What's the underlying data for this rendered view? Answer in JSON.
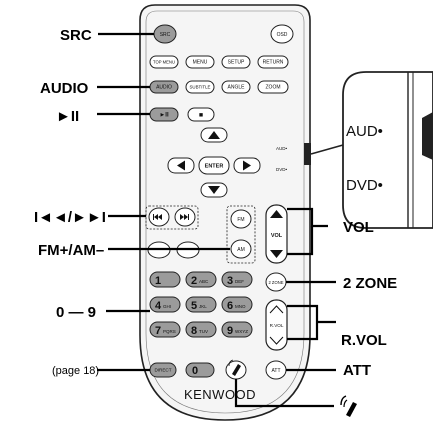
{
  "callouts": {
    "src": "SRC",
    "audio": "AUDIO",
    "play_pause": "►II",
    "track": "I◄◄/►►I",
    "fm_am": "FM+/AM–",
    "digits": "0 — 9",
    "page_ref": "(page 18)",
    "vol": "VOL",
    "two_zone": "2 ZONE",
    "rvol": "R.VOL",
    "att": "ATT"
  },
  "buttons": {
    "src": "SRC",
    "osd": "OSD",
    "top_menu": "TOP MENU",
    "menu": "MENU",
    "setup": "SETUP",
    "return": "RETURN",
    "audio": "AUDIO",
    "subtitle": "SUBTITLE",
    "angle": "ANGLE",
    "zoom": "ZOOM",
    "play_pause": "►II",
    "stop": "■",
    "enter": "ENTER",
    "fm": "FM",
    "am": "AM",
    "vol": "VOL",
    "two_zone": "2 ZONE",
    "rvol": "R.VOL",
    "direct": "DIRECT",
    "zero": "0",
    "att": "ATT"
  },
  "numpad": [
    {
      "d": "1",
      "s": ""
    },
    {
      "d": "2",
      "s": "ABC"
    },
    {
      "d": "3",
      "s": "DEF"
    },
    {
      "d": "4",
      "s": "GHI"
    },
    {
      "d": "5",
      "s": "JKL"
    },
    {
      "d": "6",
      "s": "MNO"
    },
    {
      "d": "7",
      "s": "PQRS"
    },
    {
      "d": "8",
      "s": "TUV"
    },
    {
      "d": "9",
      "s": "WXYZ"
    }
  ],
  "remote_labels": {
    "aud_small": "AUD•",
    "dvd_small": "DVD•",
    "brand": "KENWOOD"
  },
  "switch": {
    "aud": "AUD•",
    "dvd": "DVD•"
  }
}
